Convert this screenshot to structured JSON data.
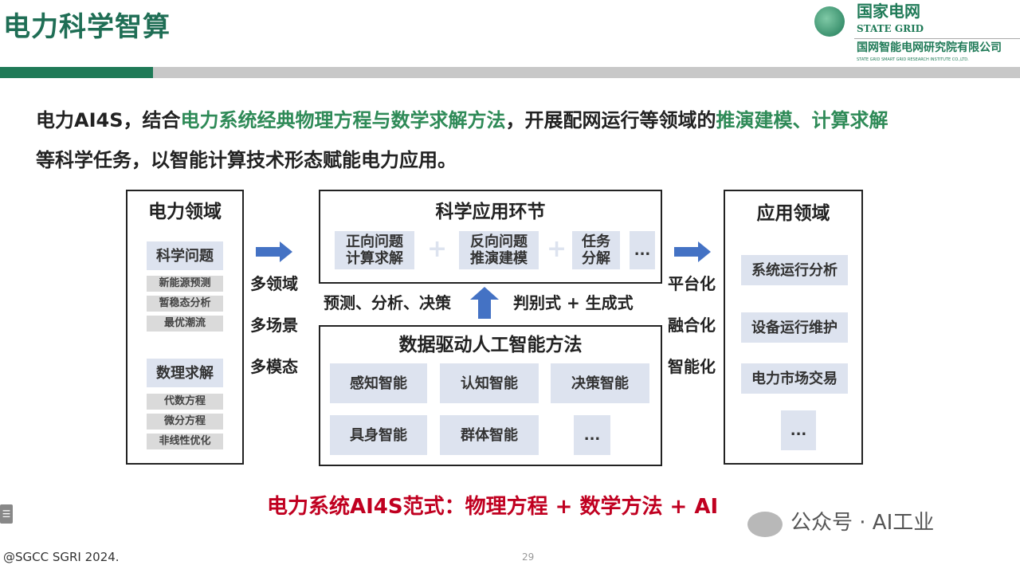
{
  "header": {
    "title": "电力科学智算",
    "logo_cn": "国家电网",
    "logo_en": "STATE GRID",
    "institute_cn": "国网智能电网研究院有限公司",
    "institute_en": "STATE GRID SMART GRID RESEARCH INSTITUTE CO.,LTD."
  },
  "intro": {
    "l1a": "电力AI4S，结合",
    "l1b": "电力系统经典物理方程与数学求解方法",
    "l1c": "，开展配网运行等领域的",
    "l1d": "推演建模、计算求解",
    "l2": "等科学任务，以智能计算技术形态赋能电力应用。"
  },
  "left": {
    "title": "电力领域",
    "g1": "科学问题",
    "g1_items": [
      "新能源预测",
      "暂稳态分析",
      "最优潮流"
    ],
    "g2": "数理求解",
    "g2_items": [
      "代数方程",
      "微分方程",
      "非线性优化"
    ]
  },
  "left_labels": [
    "多领域",
    "多场景",
    "多模态"
  ],
  "top": {
    "title": "科学应用环节",
    "items": [
      "正向问题\n计算求解",
      "反向问题\n推演建模",
      "任务\n分解",
      "..."
    ]
  },
  "mid_labels": {
    "left": "预测、分析、决策",
    "right": "判别式 + 生成式"
  },
  "bottom": {
    "title": "数据驱动人工智能方法",
    "items": [
      "感知智能",
      "认知智能",
      "决策智能",
      "具身智能",
      "群体智能",
      "..."
    ]
  },
  "right_labels": [
    "平台化",
    "融合化",
    "智能化"
  ],
  "right": {
    "title": "应用领域",
    "items": [
      "系统运行分析",
      "设备运行维护",
      "电力市场交易",
      "..."
    ]
  },
  "paradigm": "电力系统AI4S范式：物理方程 + 数学方法 + AI",
  "watermark": "公众号 · AI工业",
  "footer": "@SGCC SGRI 2024.",
  "page_number": "29",
  "colors": {
    "green": "#1f7a57",
    "arrow": "#4472c4",
    "red": "#c00020",
    "chip": "#dde3ef"
  }
}
